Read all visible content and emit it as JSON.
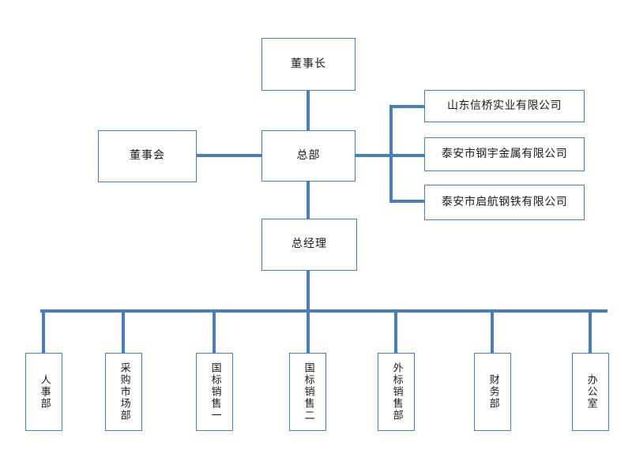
{
  "chart_title": "",
  "colors": {
    "box_border": "#4a7ebb",
    "connector": "#4a7ebb",
    "box_fill": "#ffffff",
    "text": "#1a1a1a",
    "background": "#ffffff"
  },
  "nodes": {
    "chairman": {
      "label": "董事长"
    },
    "board": {
      "label": "董事会"
    },
    "headquarters": {
      "label": "总部"
    },
    "general_manager": {
      "label": "总经理"
    }
  },
  "subsidiaries": [
    {
      "label": "山东信桥实业有限公司"
    },
    {
      "label": "泰安市钢宇金属有限公司"
    },
    {
      "label": "泰安市启航钢铁有限公司"
    }
  ],
  "departments": [
    {
      "label": "人事部"
    },
    {
      "label": "采购市场部"
    },
    {
      "label": "国标销售一"
    },
    {
      "label": "国标销售二"
    },
    {
      "label": "外标销售部"
    },
    {
      "label": "财务部"
    },
    {
      "label": "办公室"
    }
  ]
}
